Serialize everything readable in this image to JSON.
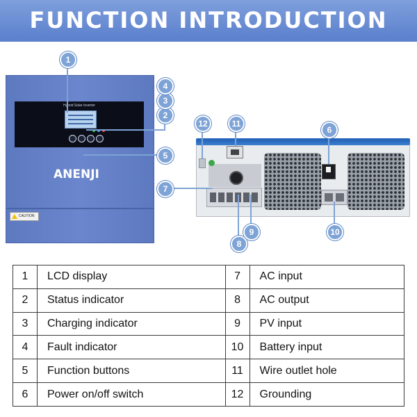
{
  "banner": {
    "title": "FUNCTION INTRODUCTION"
  },
  "front_panel": {
    "screen_title": "Hybrid Solar Inverter",
    "brand": "ANENJI",
    "caution": "CAUTION"
  },
  "callouts": [
    "1",
    "2",
    "3",
    "4",
    "5",
    "6",
    "7",
    "8",
    "9",
    "10",
    "11",
    "12"
  ],
  "legend": {
    "rows": [
      {
        "left_num": "1",
        "left_label": "LCD display",
        "right_num": "7",
        "right_label": "AC input"
      },
      {
        "left_num": "2",
        "left_label": "Status indicator",
        "right_num": "8",
        "right_label": "AC output"
      },
      {
        "left_num": "3",
        "left_label": "Charging indicator",
        "right_num": "9",
        "right_label": "PV input"
      },
      {
        "left_num": "4",
        "left_label": "Fault indicator",
        "right_num": "10",
        "right_label": "Battery input"
      },
      {
        "left_num": "5",
        "left_label": "Function buttons",
        "right_num": "11",
        "right_label": "Wire outlet hole"
      },
      {
        "left_num": "6",
        "left_label": "Power on/off switch",
        "right_num": "12",
        "right_label": "Grounding"
      }
    ]
  },
  "colors": {
    "banner": "#6a8dd4",
    "panel": "#6580c6",
    "badge": "#7ea3d6",
    "top_strip": "#2a6cc0"
  }
}
